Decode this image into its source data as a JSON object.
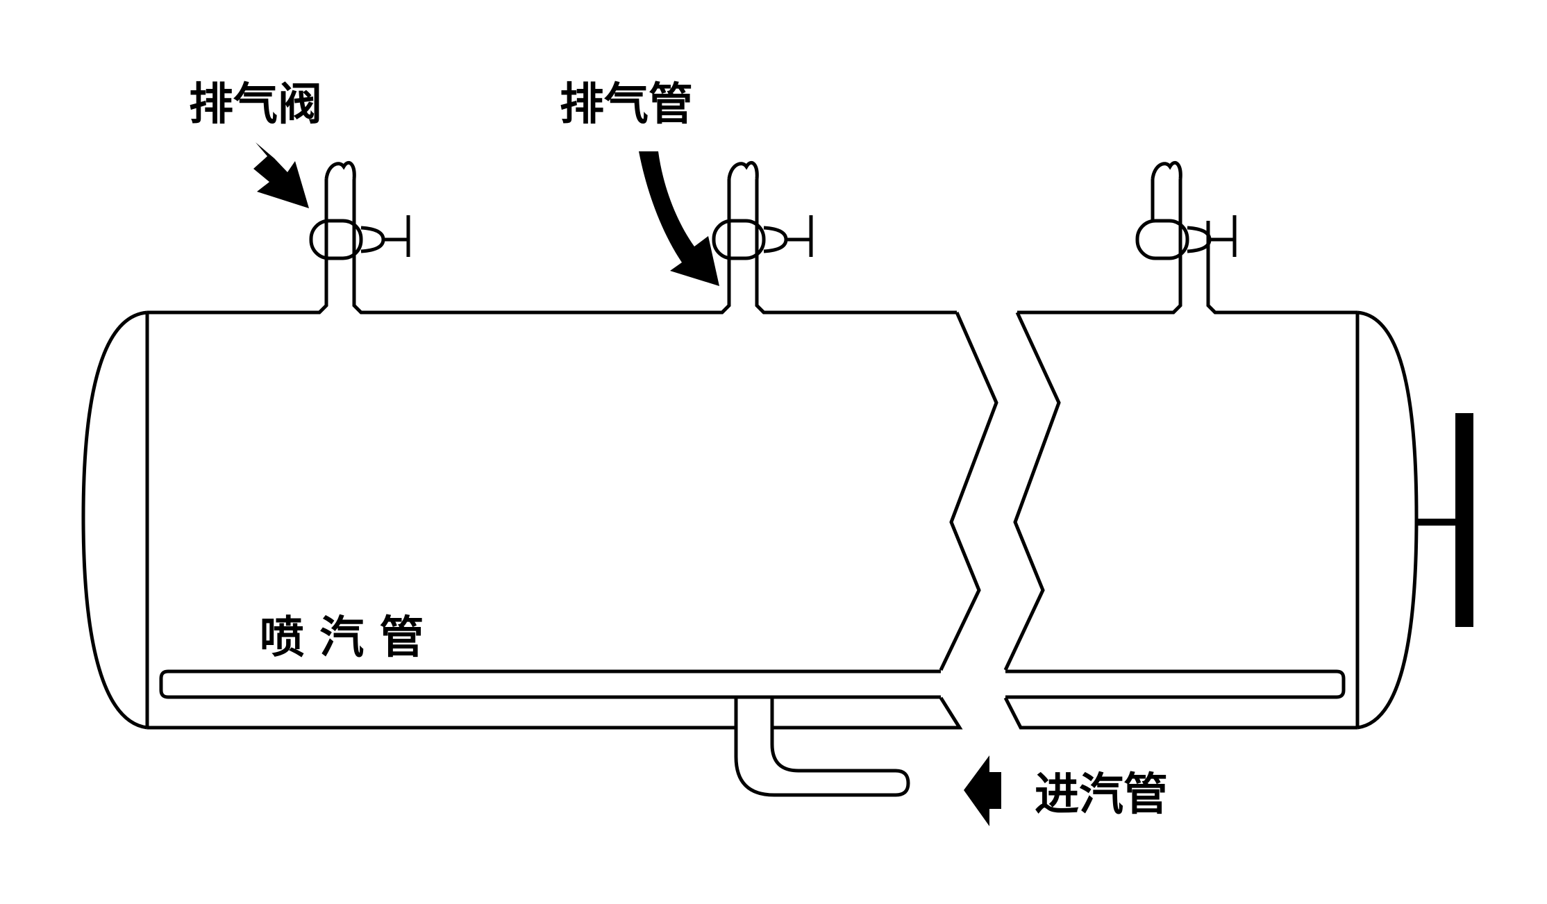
{
  "labels": {
    "exhaust_valve": "排气阀",
    "exhaust_pipe": "排气管",
    "spray_pipe": "喷 汽 管",
    "steam_inlet_pipe": "进汽管"
  },
  "colors": {
    "line": "#000000",
    "background": "#ffffff"
  }
}
